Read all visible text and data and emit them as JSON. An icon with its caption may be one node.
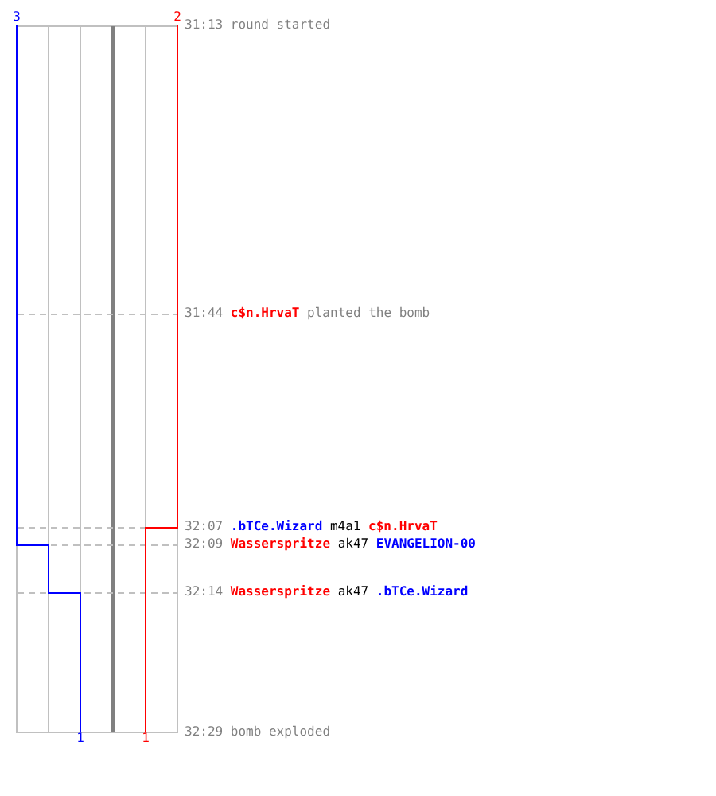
{
  "diagram": {
    "labels": [
      "3",
      "2",
      "31:13",
      "round started",
      "31:44",
      "c$n.HrvaT",
      "planted the bomb",
      "32:07",
      ".bTCe.Wizard",
      "m4a1",
      "c$n.HrvaT",
      "32:09",
      "Wasserspritze",
      "ak47",
      "EVANGELION-00",
      "32:14",
      "Wasserspritze",
      "ak47",
      ".bTCe.Wizard",
      "1",
      "1",
      "32:29",
      "bomb exploded"
    ]
  }
}
